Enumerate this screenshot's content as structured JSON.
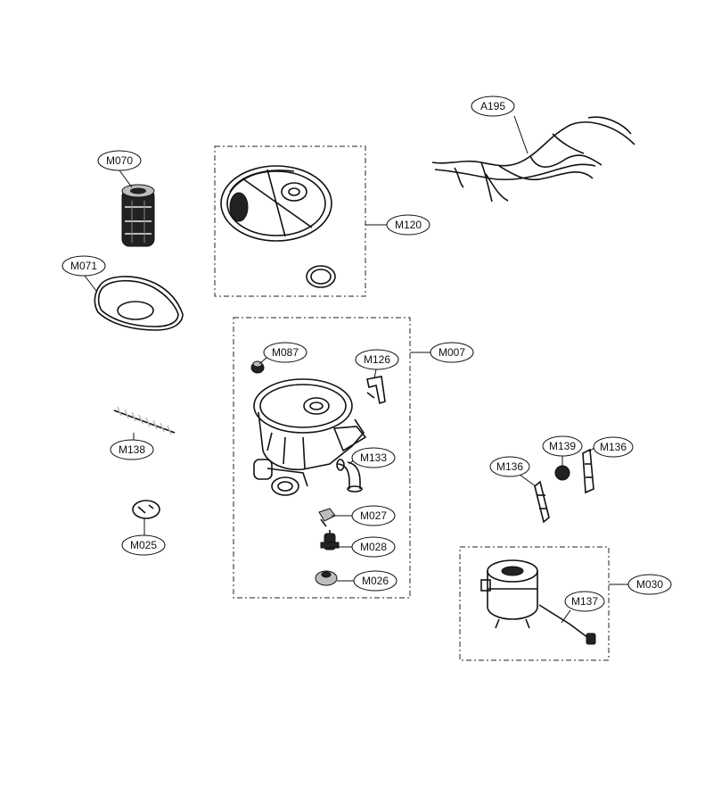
{
  "labels": {
    "a195": "A195",
    "m070": "M070",
    "m071": "M071",
    "m120": "M120",
    "m007": "M007",
    "m087": "M087",
    "m126": "M126",
    "m133": "M133",
    "m027": "M027",
    "m028": "M028",
    "m026": "M026",
    "m138": "M138",
    "m025": "M025",
    "m139": "M139",
    "m136_left": "M136",
    "m136_right": "M136",
    "m030": "M030",
    "m137": "M137"
  }
}
